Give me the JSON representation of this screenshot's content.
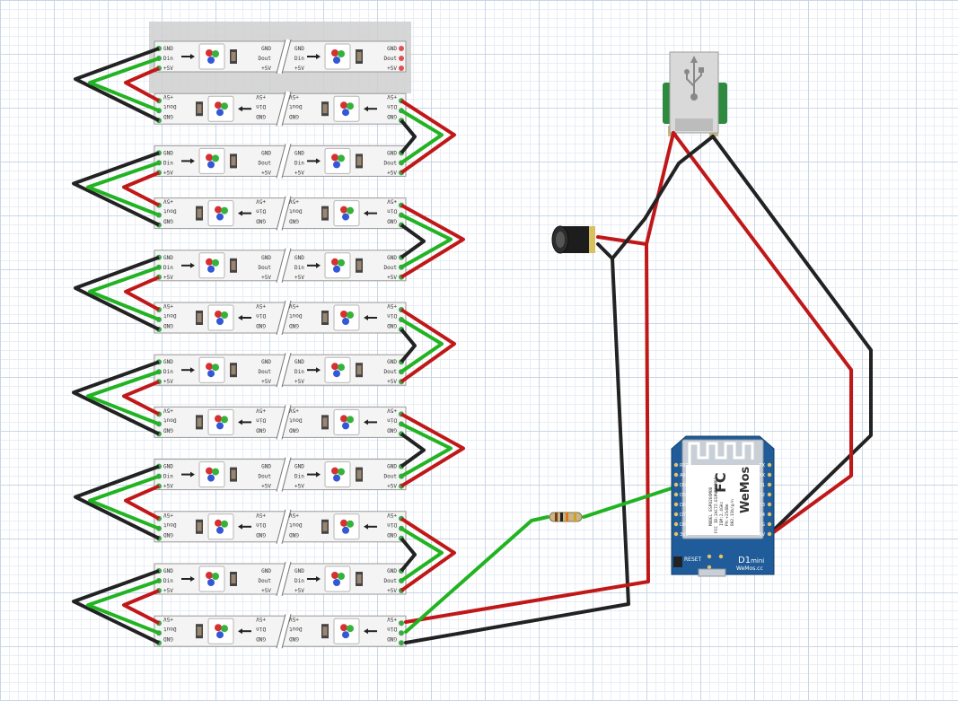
{
  "strip": {
    "rows": 12,
    "in_labels": [
      "GND",
      "Din",
      "+5V"
    ],
    "out_labels": [
      "GND",
      "Dout",
      "+5V"
    ]
  },
  "board": {
    "brand": "WeMos",
    "brand_url": "WeMos.cc",
    "model_name": "D1",
    "model_suffix": "mini",
    "reset_label": "RESET",
    "module_lines": [
      "MODEL ESP8266MOD",
      "FCC ID:2AC7Z-ESPWROOM02",
      "ISM:2.4GHz",
      "PA:+25dBm",
      "802.11b/g/n"
    ],
    "fc_mark": "FC",
    "left_pins": [
      "RST",
      "A0",
      "D0",
      "D5",
      "D6",
      "D7",
      "D8",
      "3V3"
    ],
    "right_pins": [
      "TX",
      "RX",
      "D1",
      "D2",
      "D3",
      "D4",
      "G",
      "5V"
    ]
  },
  "colors": {
    "ground_wire": "#222222",
    "power_wire": "#c01818",
    "data_wire": "#22b322",
    "board": "#1f5c99",
    "usb_pcb": "#2d8a3e"
  }
}
